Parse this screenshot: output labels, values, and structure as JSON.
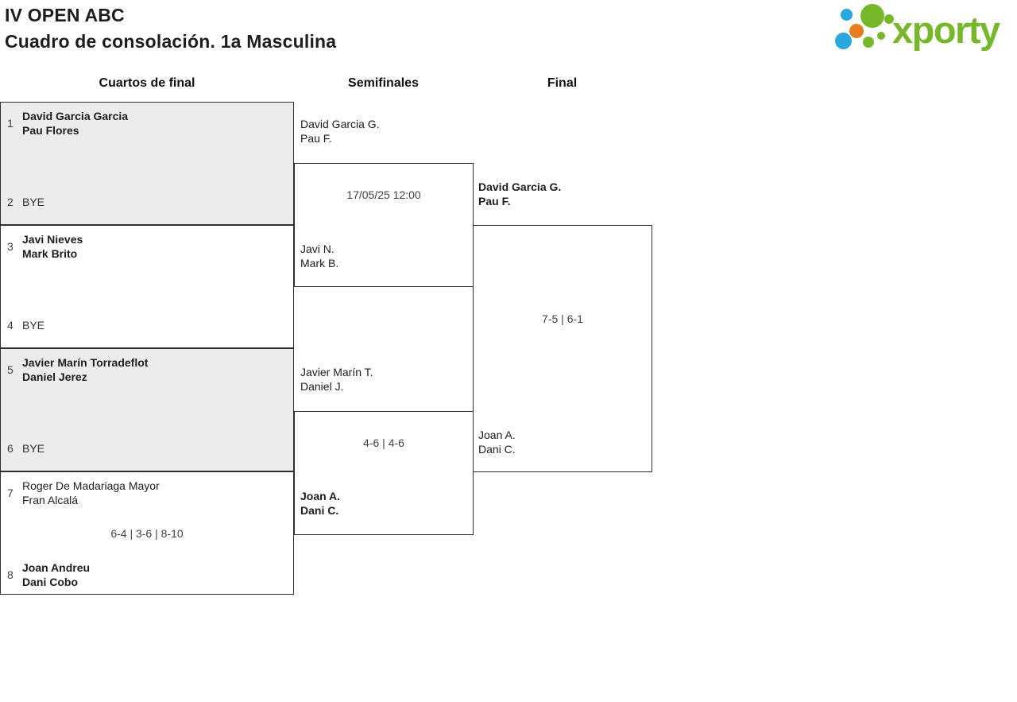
{
  "header": {
    "title": "IV OPEN ABC",
    "subtitle": "Cuadro de consolación. 1a Masculina",
    "logo_text": "xporty"
  },
  "rounds": {
    "quarterfinals": "Cuartos de final",
    "semifinals": "Semifinales",
    "final": "Final"
  },
  "colors": {
    "brand_green": "#76b82a",
    "brand_blue": "#29a8e0",
    "brand_orange": "#e87c1e",
    "box_gray": "#ececec",
    "border": "#2f2f2f"
  },
  "quarterfinals": [
    {
      "top_seed": "1",
      "top_lines": [
        "David Garcia Garcia",
        "Pau Flores"
      ],
      "bottom_seed": "2",
      "bottom_lines": [
        "BYE"
      ],
      "score": ""
    },
    {
      "top_seed": "3",
      "top_lines": [
        "Javi Nieves",
        "Mark Brito"
      ],
      "bottom_seed": "4",
      "bottom_lines": [
        "BYE"
      ],
      "score": ""
    },
    {
      "top_seed": "5",
      "top_lines": [
        "Javier Marín Torradeflot",
        "Daniel Jerez"
      ],
      "bottom_seed": "6",
      "bottom_lines": [
        "BYE"
      ],
      "score": ""
    },
    {
      "top_seed": "7",
      "top_lines": [
        "Roger De Madariaga Mayor",
        "Fran Alcalá"
      ],
      "bottom_seed": "8",
      "bottom_lines": [
        "Joan Andreu",
        "Dani Cobo"
      ],
      "score": "6-4 | 3-6 | 8-10"
    }
  ],
  "semifinals": [
    {
      "top_team": [
        "David Garcia G.",
        "Pau F."
      ],
      "info": "17/05/25 12:00",
      "bottom_team": [
        "Javi N.",
        "Mark B."
      ]
    },
    {
      "top_team": [
        "Javier Marín T.",
        "Daniel J."
      ],
      "info": "4-6 | 4-6",
      "bottom_team": [
        "Joan A.",
        "Dani C."
      ]
    }
  ],
  "final": {
    "top_team": [
      "David Garcia G.",
      "Pau F."
    ],
    "score": "7-5 | 6-1",
    "bottom_team": [
      "Joan A.",
      "Dani C."
    ]
  }
}
